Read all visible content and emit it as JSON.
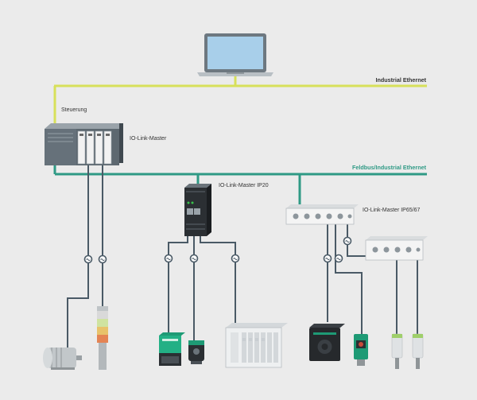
{
  "labels": {
    "industrial_ethernet": "Industrial Ethernet",
    "steuerung": "Steuerung",
    "io_link_master": "IO-Link-Master",
    "feldbus": "Feldbus/Industrial Ethernet",
    "io_link_master_ip20": "IO-Link-Master IP20",
    "io_link_master_ip65": "IO-Link-Master IP65/67"
  },
  "colors": {
    "background": "#ebebeb",
    "industrial_ethernet_line": "#d7e05a",
    "fieldbus_line": "#2f9a85",
    "io_link_cable": "#4a5a66",
    "label_green": "#2f9a85"
  },
  "icons": {
    "laptop": "laptop-icon",
    "plc": "plc-controller-icon",
    "ip20_master": "din-rail-module-icon",
    "ip67_master": "block-io-module-icon",
    "connector": "io-link-connector-icon"
  }
}
